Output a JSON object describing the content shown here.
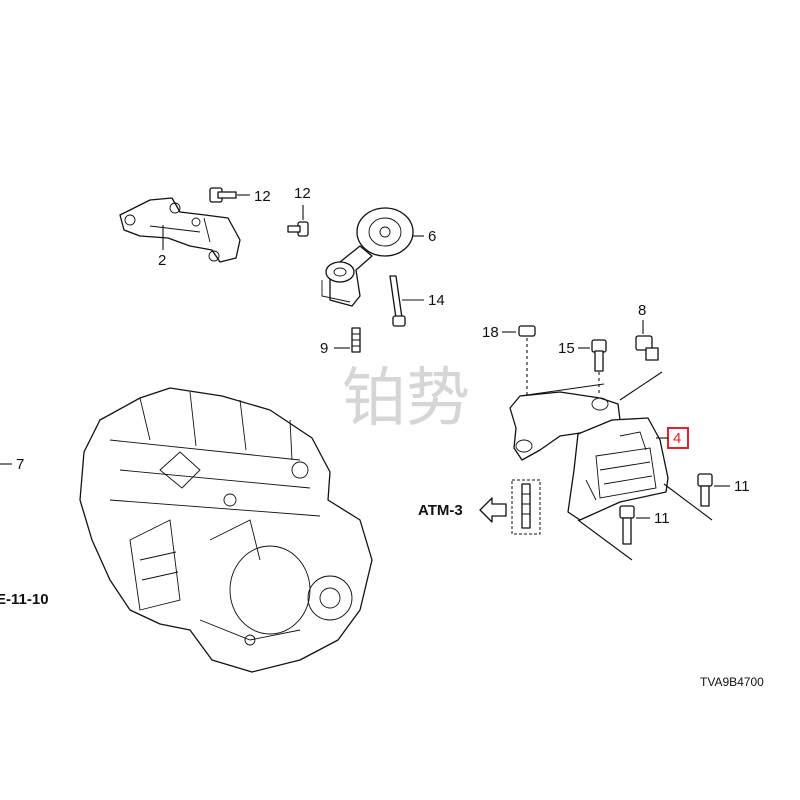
{
  "diagram": {
    "callouts": {
      "part_2": "2",
      "part_4": "4",
      "part_6": "6",
      "part_7": "7",
      "part_8": "8",
      "part_9": "9",
      "part_11_upper": "11",
      "part_11_lower": "11",
      "part_12_left": "12",
      "part_12_center": "12",
      "part_14": "14",
      "part_15": "15",
      "part_18": "18"
    },
    "ref_atm": "ATM-3",
    "ref_engine": "E-11-10",
    "diagram_code": "TVA9B4700",
    "watermark": "铂势",
    "colors": {
      "ink": "#111111",
      "highlight": "#e8202a",
      "watermark": "#c8c8c8"
    }
  }
}
